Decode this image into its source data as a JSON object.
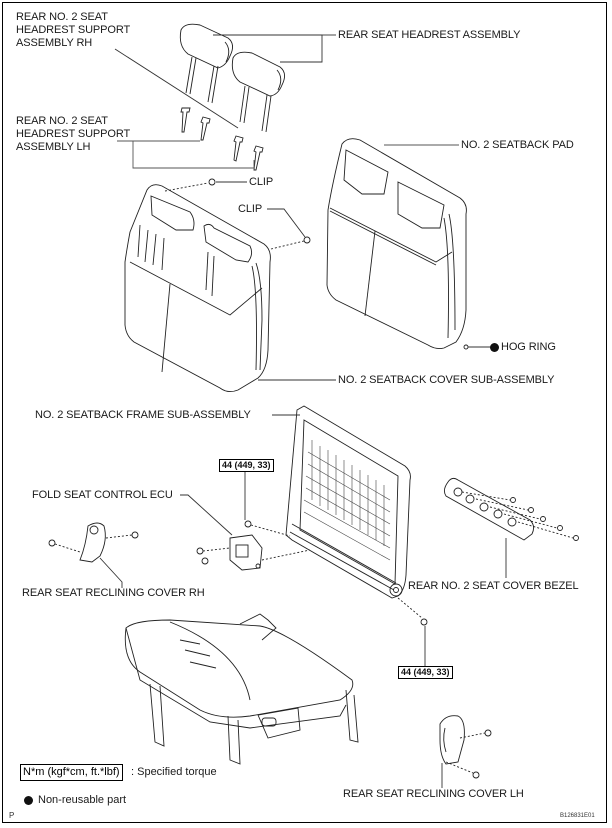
{
  "diagram": {
    "type": "exploded-parts-view",
    "labels": {
      "headrest_support_rh": "REAR NO. 2 SEAT HEADREST SUPPORT ASSEMBLY RH",
      "headrest_support_lh": "REAR NO. 2 SEAT HEADREST SUPPORT ASSEMBLY LH",
      "headrest_assembly": "REAR SEAT HEADREST ASSEMBLY",
      "seatback_pad": "NO. 2 SEATBACK PAD",
      "clip_1": "CLIP",
      "clip_2": "CLIP",
      "hog_ring": "HOG RING",
      "seatback_cover": "NO. 2 SEATBACK COVER SUB-ASSEMBLY",
      "seatback_frame": "NO. 2 SEATBACK FRAME SUB-ASSEMBLY",
      "fold_seat_ecu": "FOLD SEAT CONTROL ECU",
      "reclining_cover_rh": "REAR SEAT RECLINING COVER RH",
      "seat_cover_bezel": "REAR NO. 2 SEAT COVER BEZEL",
      "reclining_cover_lh": "REAR SEAT RECLINING COVER LH"
    },
    "torque_specs": [
      {
        "id": "frame-bolt",
        "value": "44 (449, 33)"
      },
      {
        "id": "recliner-bolt",
        "value": "44 (449, 33)"
      }
    ],
    "legend": {
      "torque_unit": "N*m (kgf*cm, ft.*lbf)",
      "torque_desc": ": Specified torque",
      "non_reusable": "Non-reusable part"
    },
    "footer": {
      "page_marker": "P",
      "figure_id": "B126831E01"
    }
  }
}
